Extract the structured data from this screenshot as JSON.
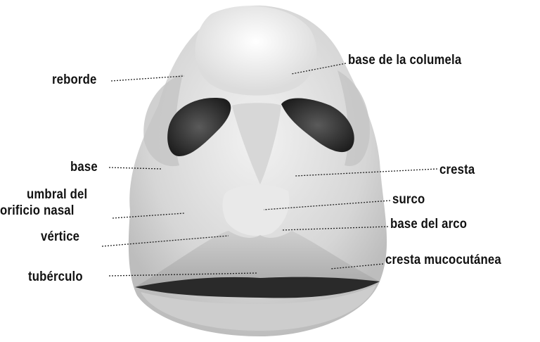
{
  "labels": {
    "reborde": "reborde",
    "base_columela": "base de la columela",
    "base": "base",
    "umbral_line1": "umbral del",
    "umbral_line2": "orificio nasal",
    "vertice": "vértice",
    "tuberculo": "tubérculo",
    "cresta": "cresta",
    "surco": "surco",
    "base_arco": "base del arco",
    "cresta_mucocutanea": "cresta mucocutánea"
  },
  "colors": {
    "ink": "#111111",
    "skin_light": "#e9e9e9",
    "skin_mid": "#cfcfcf",
    "skin_dark": "#a9a9a9",
    "nostril": "#3a3a3a",
    "mouth": "#2a2a2a"
  }
}
